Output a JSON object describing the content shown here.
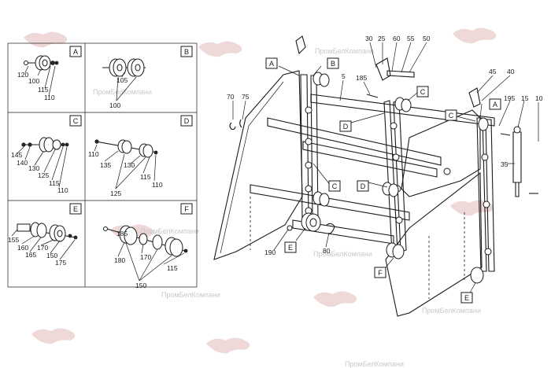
{
  "watermark": "ПромБелКомпани",
  "panels": [
    {
      "letter": "A",
      "numbers": [
        "120",
        "100",
        "115",
        "110"
      ]
    },
    {
      "letter": "B",
      "numbers": [
        "105",
        "100"
      ]
    },
    {
      "letter": "C",
      "numbers": [
        "145",
        "140",
        "130",
        "125",
        "115",
        "110"
      ]
    },
    {
      "letter": "D",
      "numbers": [
        "110",
        "135",
        "130",
        "115",
        "110",
        "125"
      ]
    },
    {
      "letter": "E",
      "numbers": [
        "155",
        "160",
        "165",
        "170",
        "150",
        "175"
      ]
    },
    {
      "letter": "F",
      "numbers": [
        "180",
        "185",
        "170",
        "115",
        "150"
      ]
    }
  ],
  "callouts": {
    "main": [
      "30",
      "25",
      "60",
      "55",
      "50",
      "5",
      "185",
      "70",
      "75",
      "45",
      "40",
      "195",
      "15",
      "10",
      "35",
      "190",
      "80"
    ],
    "letters": [
      "A",
      "B",
      "C",
      "D",
      "C",
      "D",
      "C",
      "A",
      "E",
      "F",
      "E"
    ]
  }
}
